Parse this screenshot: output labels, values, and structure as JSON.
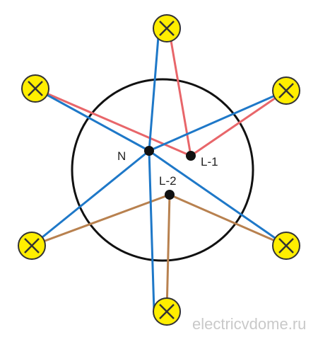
{
  "labels": {
    "neutral": "N",
    "line1": "L-1",
    "line2": "L-2"
  },
  "watermark": "electricvdome.ru",
  "colors": {
    "neutral_wire": "#1e78c8",
    "line1_wire": "#e8666a",
    "line2_wire": "#b8814f",
    "lamp_fill": "#ffee00",
    "lamp_stroke": "#333333",
    "circle": "#111111"
  },
  "lamps": [
    {
      "id": "top",
      "feed": "line1"
    },
    {
      "id": "upper-left",
      "feed": "line1"
    },
    {
      "id": "upper-right",
      "feed": "line1"
    },
    {
      "id": "lower-left",
      "feed": "line2"
    },
    {
      "id": "lower-right",
      "feed": "line2"
    },
    {
      "id": "bottom",
      "feed": "line2"
    }
  ]
}
